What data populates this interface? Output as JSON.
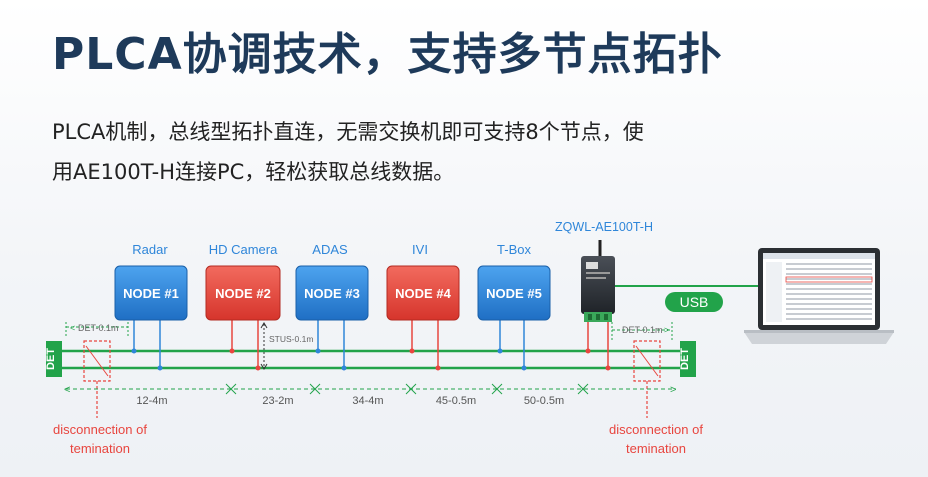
{
  "header": {
    "title": "PLCA协调技术，支持多节点拓扑",
    "desc_line1": "PLCA机制，总线型拓扑直连，无需交换机即可支持8个节点，使",
    "desc_line2": "用AE100T-H连接PC，轻松获取总线数据。"
  },
  "diagram": {
    "device_label": "ZQWL-AE100T-H",
    "usb_label": "USB",
    "det_label": "DET",
    "det_dim": "DET-0.1m",
    "stub_dim": "STUS-0.1m",
    "nodes": [
      {
        "label": "NODE #1",
        "name": "Radar",
        "color": "#2f86d9"
      },
      {
        "label": "NODE #2",
        "name": "HD Camera",
        "color": "#e8463f"
      },
      {
        "label": "NODE #3",
        "name": "ADAS",
        "color": "#2f86d9"
      },
      {
        "label": "NODE #4",
        "name": "IVI",
        "color": "#e8463f"
      },
      {
        "label": "NODE #5",
        "name": "T-Box",
        "color": "#2f86d9"
      }
    ],
    "segments": [
      "12-4m",
      "23-2m",
      "34-4m",
      "45-0.5m",
      "50-0.5m"
    ],
    "disconnect_text_1": "disconnection of",
    "disconnect_text_2": "temination",
    "colors": {
      "bus": "#22a34a",
      "line_red": "#e8463f",
      "line_blue": "#2f86d9",
      "label_blue": "#2f86d9"
    }
  }
}
